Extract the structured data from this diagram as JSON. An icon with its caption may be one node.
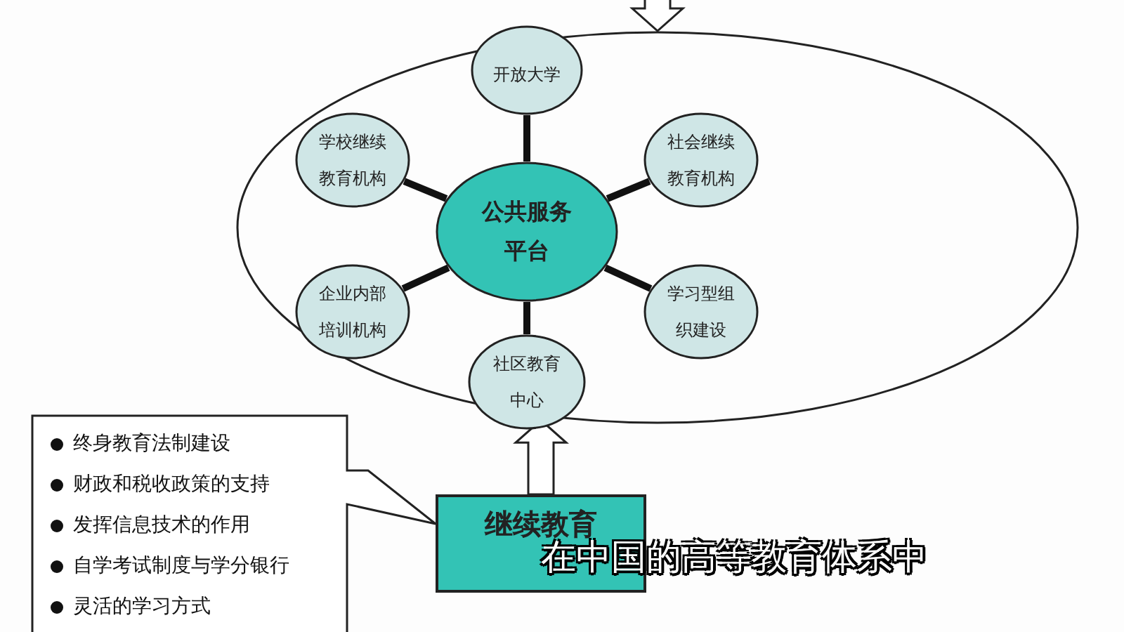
{
  "diagram": {
    "nodes": [
      {
        "text": [],
        "shape": "ellipse"
      },
      {
        "text": [
          "开放大学"
        ],
        "in": 0
      },
      {
        "text": [
          "学校继续教育机构"
        ],
        "in": 0
      },
      {
        "text": [
          "社会继续教育机构"
        ],
        "in": 0
      },
      {
        "text": [
          "公共服务平台"
        ],
        "in": 0
      },
      {
        "text": [
          "企业内部培训机构"
        ],
        "in": 0
      },
      {
        "text": [
          "学习型组织建设"
        ],
        "in": 0
      },
      {
        "text": [
          "社区教育中心"
        ],
        "in": 0
      },
      {
        "text": [
          "终身教育法制建设",
          "财政和税收政策的支持",
          "发挥信息技术的作用",
          "自学考试制度与学分银行",
          "灵活的学习方式"
        ]
      },
      {
        "text": [
          "继续教育"
        ]
      }
    ],
    "edges": [
      {
        "from": 4,
        "to": 1,
        "arrow": "none"
      },
      {
        "from": 4,
        "to": 2,
        "arrow": "none"
      },
      {
        "from": 4,
        "to": 3,
        "arrow": "none"
      },
      {
        "from": 4,
        "to": 5,
        "arrow": "none"
      },
      {
        "from": 4,
        "to": 6,
        "arrow": "none"
      },
      {
        "from": 4,
        "to": 7,
        "arrow": "none"
      },
      {
        "from": 9,
        "to": 0,
        "arrow": "to"
      },
      {
        "from": null,
        "to": 0,
        "arrow": "to"
      }
    ],
    "labels": [
      "在中国的高等教育体系中"
    ]
  }
}
